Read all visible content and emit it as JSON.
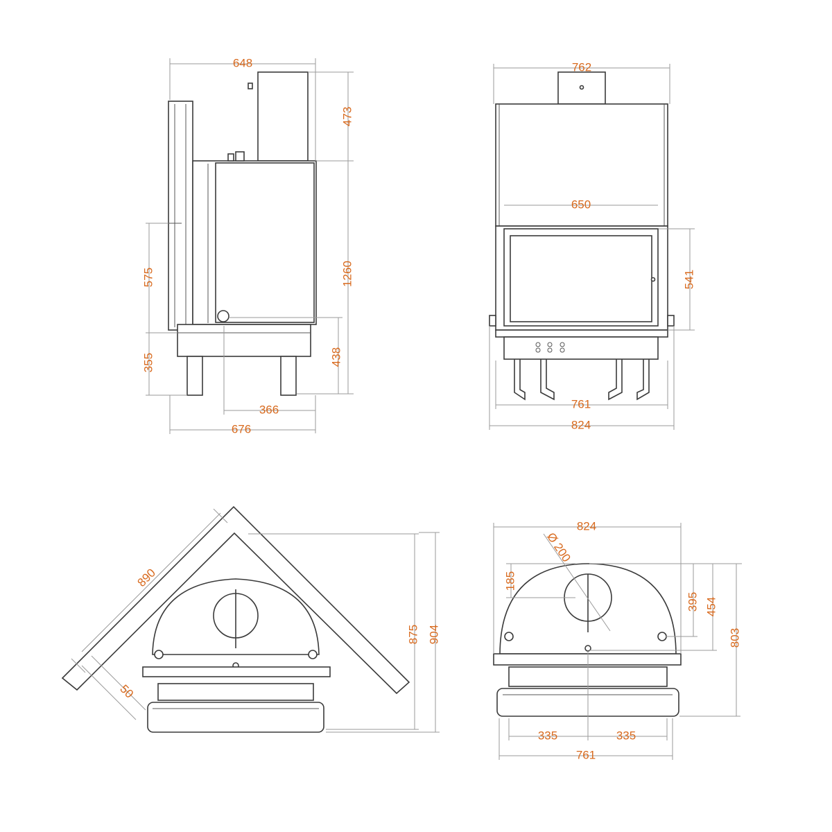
{
  "side_view": {
    "top_width": "648",
    "flue_height": "473",
    "body_height": "1260",
    "door_height": "575",
    "leg_height_left": "355",
    "base_height": "438",
    "leg_span": "366",
    "overall_depth": "676"
  },
  "front_view": {
    "top_width": "762",
    "glass_width": "650",
    "glass_height": "541",
    "legs_width": "761",
    "overall_width": "824"
  },
  "corner_plan": {
    "wall_length": "890",
    "wall_gap": "50",
    "depth_inner": "875",
    "depth_outer": "904"
  },
  "top_plan": {
    "overall_width": "824",
    "flue_diameter": "Ø 200",
    "flue_offset": "185",
    "flue_center_depth": "395",
    "rear_depth": "454",
    "overall_depth": "803",
    "half_left": "335",
    "half_right": "335",
    "base_width": "761"
  }
}
